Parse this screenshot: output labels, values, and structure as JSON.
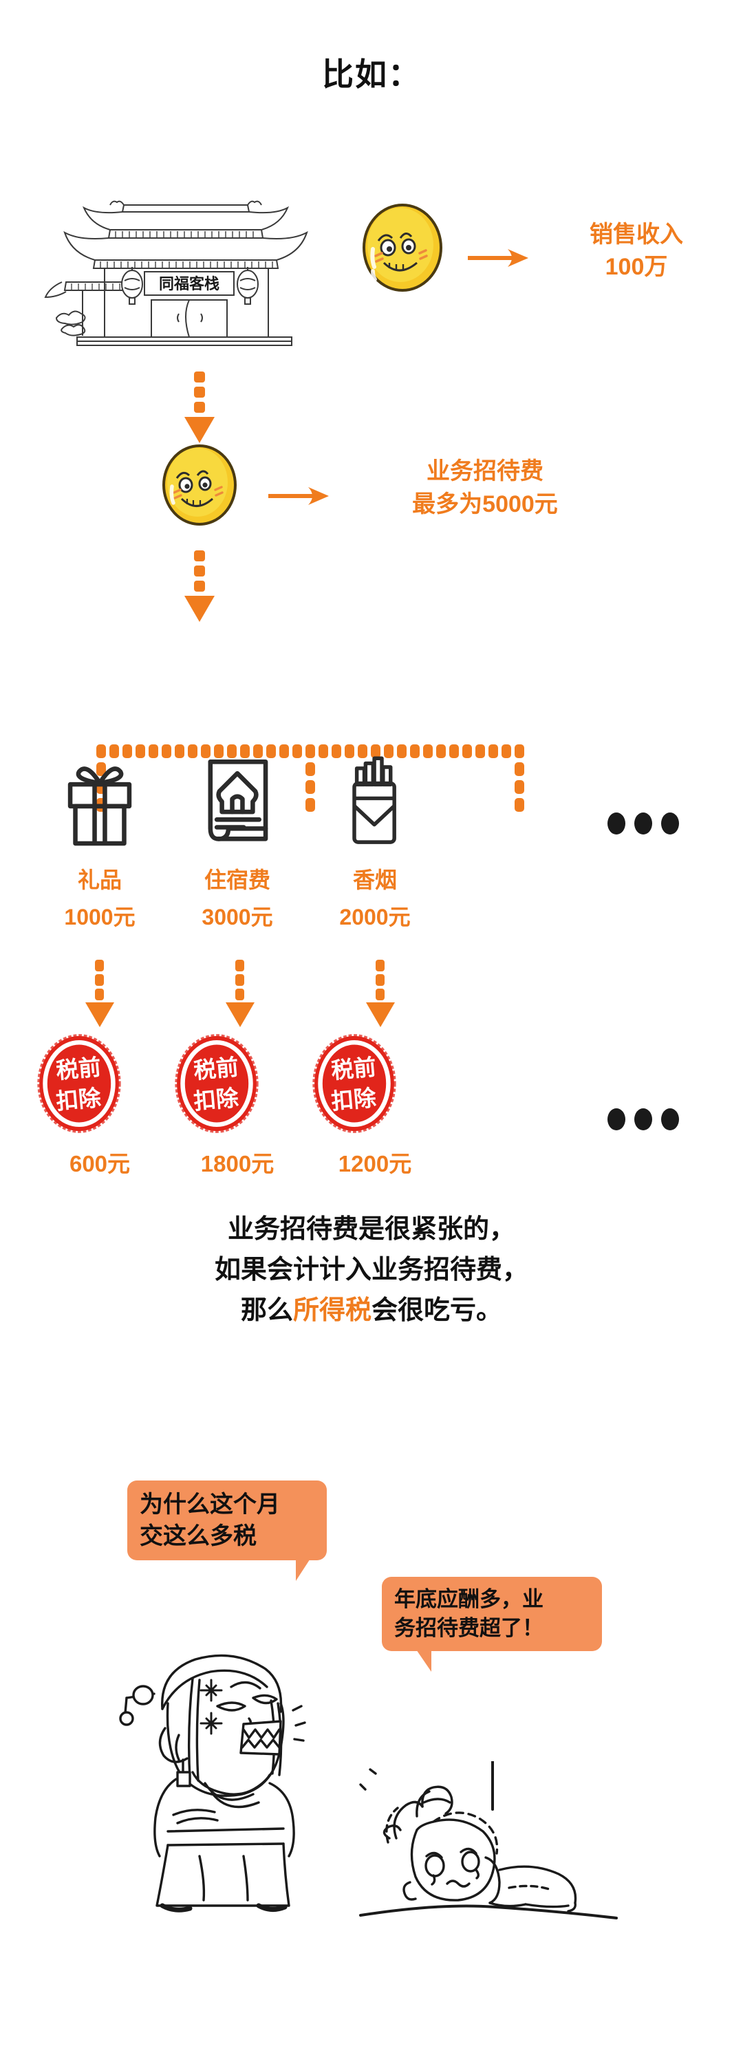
{
  "title": "比如：",
  "colors": {
    "orange": "#F07C1E",
    "bubble_orange": "#F4915A",
    "stamp_red": "#E1251B",
    "coin_yellow": "#F6D33C",
    "ink_black": "#222222"
  },
  "scene_inn": {
    "sign_text": "同福客栈",
    "icon": "chinese-inn-building"
  },
  "flow": {
    "step1": {
      "coin_icon": "gold-coin-smiling",
      "arrow_icon": "arrow-right",
      "label_line1": "销售收入",
      "label_line2": "100万"
    },
    "step2": {
      "coin_icon": "gold-coin-smiling",
      "arrow_icon": "arrow-right",
      "label_line1": "业务招待费",
      "label_line2": "最多为5000元"
    }
  },
  "items": [
    {
      "icon": "gift-box-icon",
      "name": "礼品",
      "amount": "1000元"
    },
    {
      "icon": "receipt-house-icon",
      "name": "住宿费",
      "amount": "3000元"
    },
    {
      "icon": "cigarette-pack-icon",
      "name": "香烟",
      "amount": "2000元"
    }
  ],
  "ellipsis": "•••",
  "stamps": [
    {
      "stamp_line1": "税前",
      "stamp_line2": "扣除",
      "amount": "600元"
    },
    {
      "stamp_line1": "税前",
      "stamp_line2": "扣除",
      "amount": "1800元"
    },
    {
      "stamp_line1": "税前",
      "stamp_line2": "扣除",
      "amount": "1200元"
    }
  ],
  "paragraph": {
    "line1": "业务招待费是很紧张的，",
    "line2": "如果会计计入业务招待费，",
    "line3_pre": "那么",
    "line3_highlight": "所得税",
    "line3_post": "会很吃亏。"
  },
  "dialogue": {
    "bubble1_line1": "为什么这个月",
    "bubble1_line2": "交这么多税",
    "bubble2_line1": "年底应酬多，业",
    "bubble2_line2": "务招待费超了！"
  },
  "characters": {
    "left": "angry-woman-character",
    "right": "crying-man-on-table-character"
  }
}
